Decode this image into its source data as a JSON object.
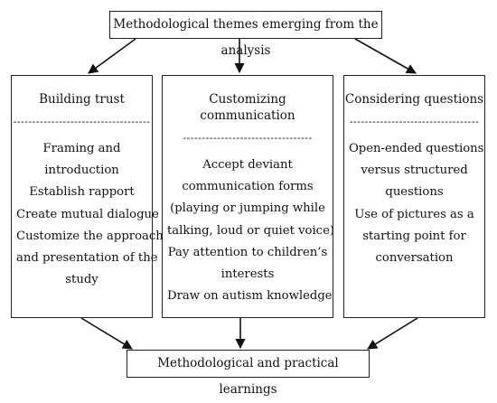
{
  "header": {
    "title": "Methodological themes emerging from the analysis"
  },
  "footer": {
    "title": "Methodological and practical learnings"
  },
  "columns": [
    {
      "title": "Building trust",
      "separator": "------------------------------------",
      "lines": [
        "Framing and",
        "introduction",
        "Establish rapport",
        "Create mutual dialogue",
        "Customize the approach",
        "and presentation of the",
        "study"
      ]
    },
    {
      "title": "Customizing communication",
      "separator": "----------------------------------",
      "lines": [
        "Accept deviant",
        "communication forms",
        "(playing or jumping while",
        "talking, loud or quiet voice)",
        "Pay attention to children’s",
        "interests",
        "Draw on autism knowledge"
      ]
    },
    {
      "title": "Considering questions",
      "separator": "----------------------------------",
      "lines": [
        "Open-ended questions",
        "versus structured",
        "questions",
        "Use of pictures as a",
        "starting point for",
        "conversation"
      ]
    }
  ]
}
